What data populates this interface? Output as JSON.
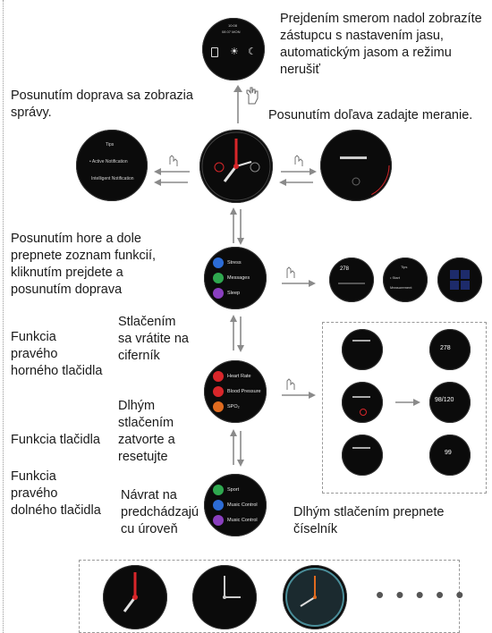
{
  "texts": {
    "swipe_up": "Prejdením smerom nadol zobrazíte\nzástupcu s nastavením jasu,\nautomatickým jasom a režimu\nnerušiť",
    "swipe_right": "Posunutím doprava sa zobrazia\nsprávy.",
    "swipe_left": "Posunutím doľava zadajte meranie.",
    "swipe_updown": "Posunutím hore a dole\nprepnete zoznam funkcií,\nkliknutím prejdete a\nposunutím doprava",
    "press_return": "Stlačením\nsa vrátite na\nciferník",
    "top_button": "Funkcia\npravého\nhorného tlačidla",
    "long_press_close": "Dlhým\nstlačením\nzatvorte a\nresetujte",
    "button_func": "Funkcia tlačidla",
    "bottom_button": "Funkcia\npravého\ndolného tlačidla",
    "back_prev": "Návrat na\npredchádzajú\ncu úroveň",
    "long_press_face": "Dlhým stlačením prepnete\nčíselník"
  },
  "ellipsis": "• • • • •",
  "icons": [
    "hand-pointer-icon",
    "double-arrow-icon",
    "brightness-icon",
    "moon-icon"
  ],
  "colors": {
    "watch_bg": "#0b0b0b",
    "accent_red": "#d8262a",
    "list_blue": "#2c6cd6",
    "list_green": "#2fa84f",
    "list_purple": "#8a3fbf",
    "list_orange": "#e06b1f"
  }
}
